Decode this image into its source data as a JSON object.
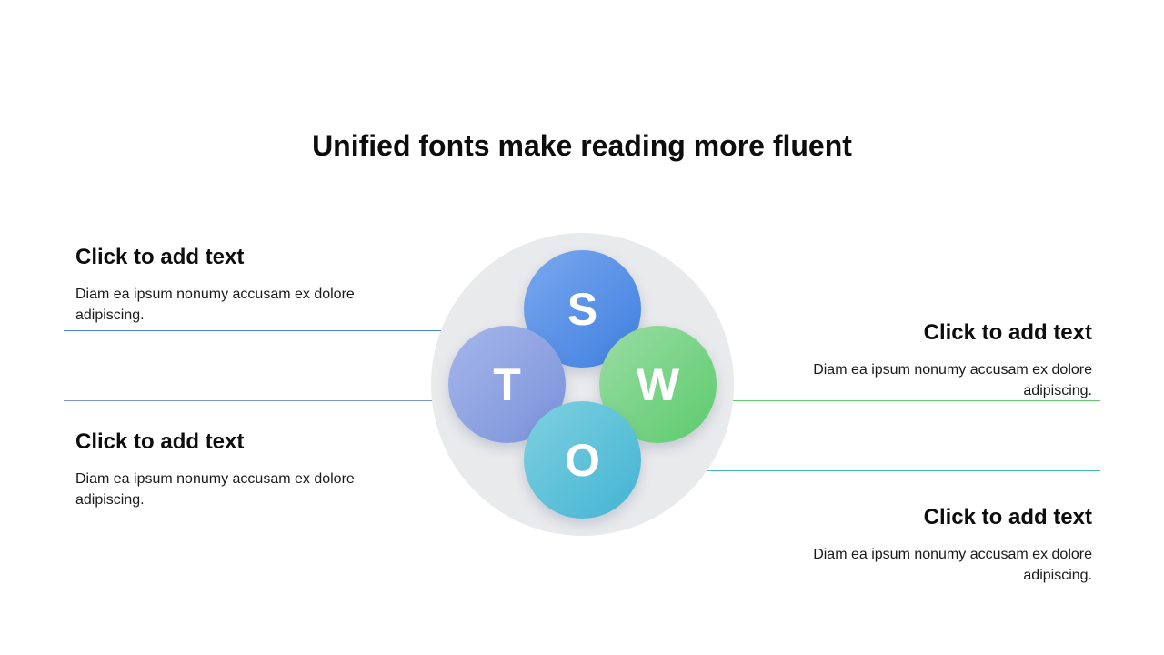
{
  "title": "Unified fonts make reading more fluent",
  "swot": {
    "s": "S",
    "w": "W",
    "o": "O",
    "t": "T"
  },
  "blocks": {
    "top_left": {
      "heading": "Click to add text",
      "body": "Diam ea ipsum nonumy accusam ex dolore adipiscing."
    },
    "bottom_left": {
      "heading": "Click to add text",
      "body": "Diam ea ipsum nonumy accusam ex dolore adipiscing."
    },
    "top_right": {
      "heading": "Click to add text",
      "body": "Diam ea ipsum nonumy accusam ex dolore adipiscing."
    },
    "bottom_right": {
      "heading": "Click to add text",
      "body": "Diam ea ipsum nonumy accusam ex dolore adipiscing."
    }
  },
  "colors": {
    "s": "#3f7fe0",
    "w": "#5ccb6c",
    "o": "#43b4d3",
    "t": "#7a92da",
    "backdrop": "#e9eaec"
  }
}
